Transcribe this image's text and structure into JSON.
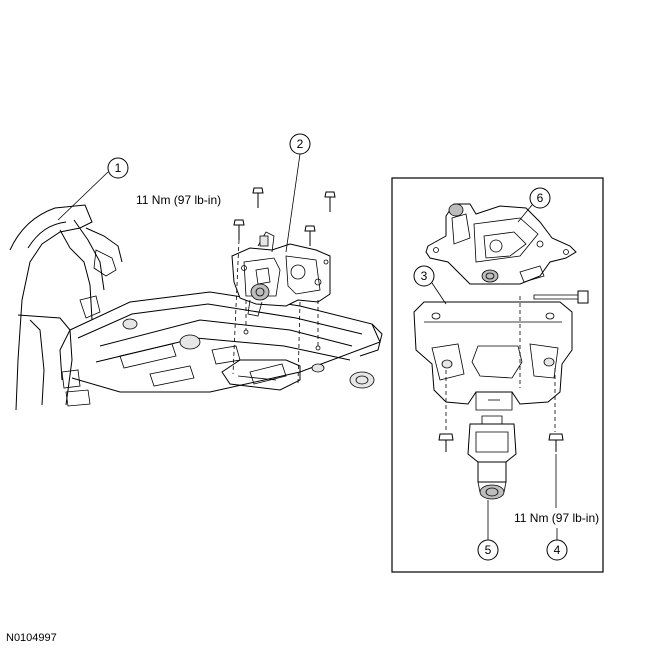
{
  "callouts": [
    {
      "id": "1",
      "label": "1"
    },
    {
      "id": "2",
      "label": "2"
    },
    {
      "id": "3",
      "label": "3"
    },
    {
      "id": "4",
      "label": "4"
    },
    {
      "id": "5",
      "label": "5"
    },
    {
      "id": "6",
      "label": "6"
    }
  ],
  "torque_specs": {
    "left": "11 Nm (97 lb-in)",
    "right": "11 Nm (97 lb-in)"
  },
  "figure_ref": "N0104997"
}
